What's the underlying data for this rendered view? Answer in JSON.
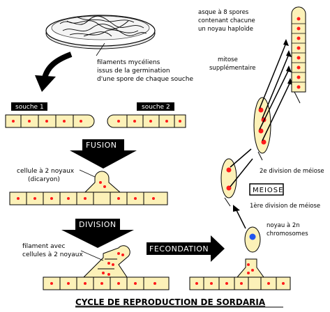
{
  "title": "CYCLE DE REPRODUCTION DE SORDARIA",
  "labels": {
    "filaments": [
      "filaments mycéliens",
      "issus de la germination",
      "d'une spore de chaque souche"
    ],
    "souche1": "souche 1",
    "souche2": "souche 2",
    "fusion": "FUSION",
    "cellule2noyaux": [
      "cellule à 2 noyaux",
      "(dicaryon)"
    ],
    "division": "DIVISION",
    "filamentAvec": [
      "filament avec",
      "cellules à 2 noyaux"
    ],
    "fecondation": "FECONDATION",
    "noyau2n": [
      "noyau à 2n",
      "chromosomes"
    ],
    "premiereDivision": "1ère division de méiose",
    "meiose": "MEIOSE",
    "deuxiemeDivision": "2e division de méiose",
    "mitose": [
      "mitose",
      "supplémentaire"
    ],
    "asque": [
      "asque à 8 spores",
      "contenant chacune",
      "un noyau haploïde"
    ]
  },
  "colors": {
    "cell_fill": "#fcf1b8",
    "nucleus": "#ff1a1a",
    "diploid_nucleus": "#2255ee",
    "banner": "#000000"
  }
}
